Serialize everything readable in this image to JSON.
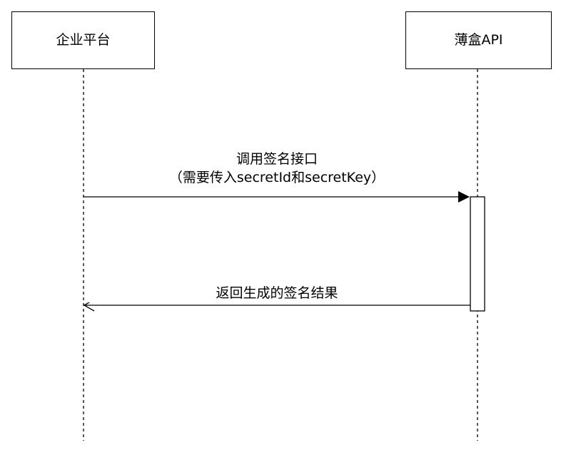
{
  "participants": [
    {
      "id": "enterprise",
      "label": "企业平台"
    },
    {
      "id": "api",
      "label": "薄盒API"
    }
  ],
  "messages": [
    {
      "from": "enterprise",
      "to": "api",
      "kind": "call",
      "line1": "调用签名接口",
      "line2": "（需要传入secretId和secretKey）"
    },
    {
      "from": "api",
      "to": "enterprise",
      "kind": "return",
      "line1": "返回生成的签名结果"
    }
  ]
}
